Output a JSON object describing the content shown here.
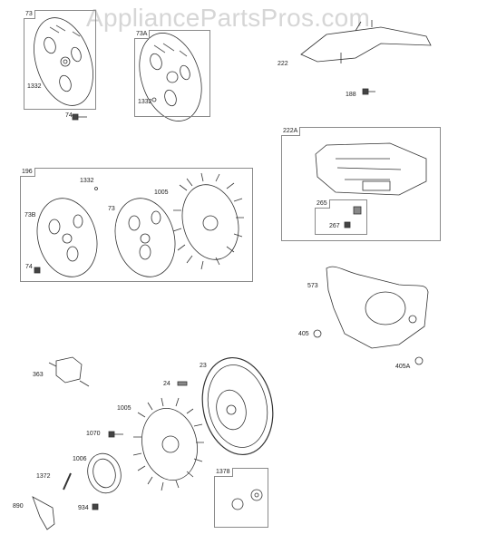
{
  "watermark": "AppliancePartsPros.com",
  "group_labels": {
    "g73": "73",
    "g73a": "73A",
    "g196": "196",
    "g222a": "222A",
    "g265": "265",
    "g1378": "1378"
  },
  "part_labels": {
    "p1332_a": "1332",
    "p1332_b": "1332",
    "p1332_c": "1332",
    "p74_a": "74",
    "p74_b": "74",
    "p73b": "73B",
    "p73": "73",
    "p1005_a": "1005",
    "p1005_b": "1005",
    "p222": "222",
    "p188": "188",
    "p267": "267",
    "p573": "573",
    "p405": "405",
    "p405a": "405A",
    "p363": "363",
    "p24": "24",
    "p23": "23",
    "p1070": "1070",
    "p1006": "1006",
    "p1372": "1372",
    "p890": "890",
    "p934": "934"
  }
}
